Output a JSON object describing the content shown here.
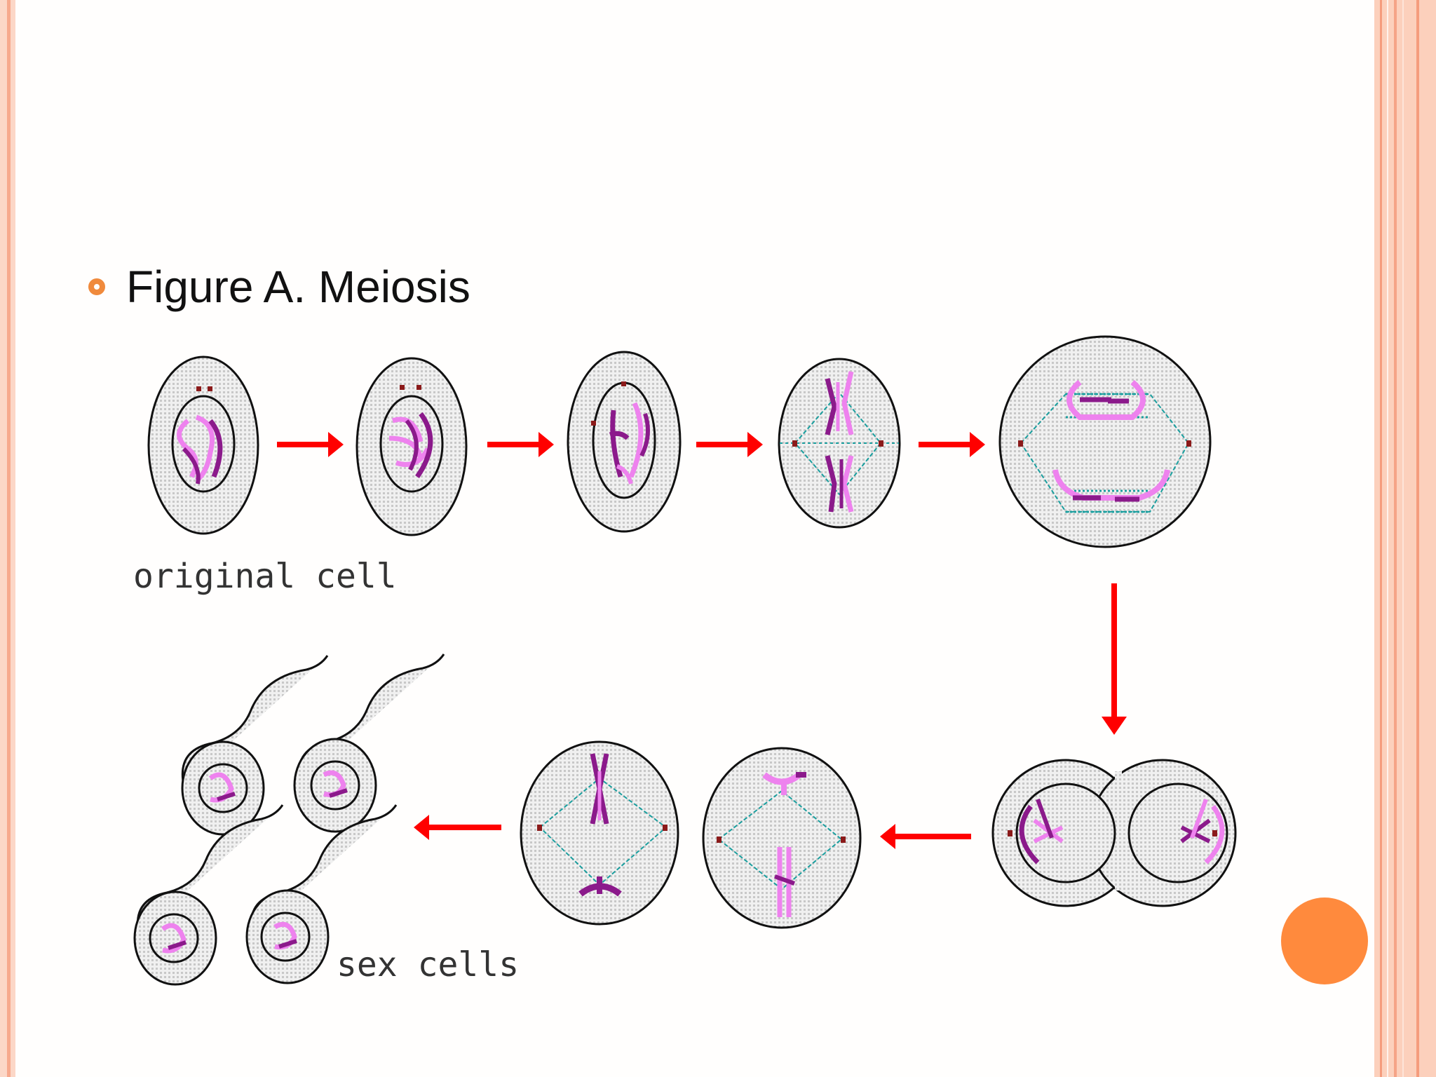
{
  "slide": {
    "bullet_text": "Figure A. Meiosis"
  },
  "diagram": {
    "label_original": "original cell",
    "label_sex_cells": "sex cells"
  },
  "colors": {
    "arrow": "#ff0000",
    "chromosome_light": "#ee82ee",
    "chromosome_dark": "#8b1a8b",
    "spindle": "#1a9e9e",
    "cell_fill": "#e4e4e4",
    "accent": "#ff8a3d"
  }
}
